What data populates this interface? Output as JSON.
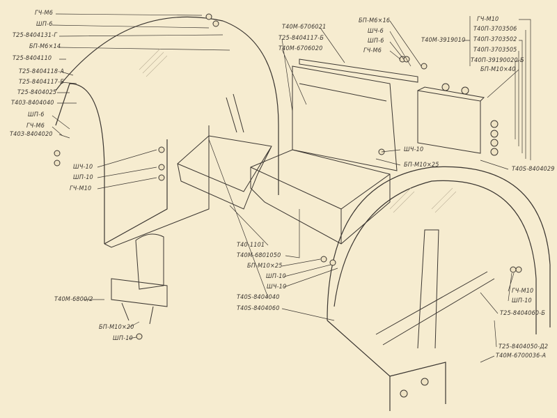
{
  "diagram": {
    "type": "exploded-parts-drawing",
    "colors": {
      "paper": "#f6ecd0",
      "ink": "#3a3530",
      "shade": "#b9ad95"
    },
    "left_fender": [
      "ГЧ-М6",
      "ШП-6",
      "Т25-8404131-Г",
      "БП-М6×14",
      "Т25-8404110",
      "Т25-8404118-А",
      "Т25-8404117-Б",
      "Т25-8404025",
      "Т40З-8404040",
      "ШП-6",
      "ГЧ-М6",
      "Т40З-8404020"
    ],
    "left_fasteners": [
      "ШЧ-10",
      "ШП-10",
      "ГЧ-М10"
    ],
    "toolbox_top": [
      "Т40М-6706021",
      "Т25-8404117-Б",
      "Т40М-6706020"
    ],
    "bracket_fasteners": [
      "БП-М6×16",
      "ШЧ-6",
      "ШП-6",
      "ГЧ-М6"
    ],
    "lamp_group": "Т40М-3919010",
    "lamp_parts": [
      "ГЧ-М10",
      "Т40П-3703506",
      "Т40П-3703502",
      "Т40П-3703505",
      "Т40П-39190020-Б",
      "БП-М10×40"
    ],
    "mid_fasteners": [
      "ШЧ-10",
      "БП-М10×25",
      "Т40S-8404029"
    ],
    "center_parts": [
      "Т40-1101",
      "Т40М-6801050",
      "БП-М10×25",
      "ШП-10",
      "ШЧ-10",
      "Т40S-8404040",
      "Т40S-8404060"
    ],
    "seat": [
      "Т40М-6800/2",
      "БП-М10×20",
      "ШП-10"
    ],
    "right_fender": [
      "ГЧ-М10",
      "ШП-10",
      "Т25-8404060-Б",
      "Т25-8404050-Д2",
      "Т40М-6700036-А"
    ]
  }
}
